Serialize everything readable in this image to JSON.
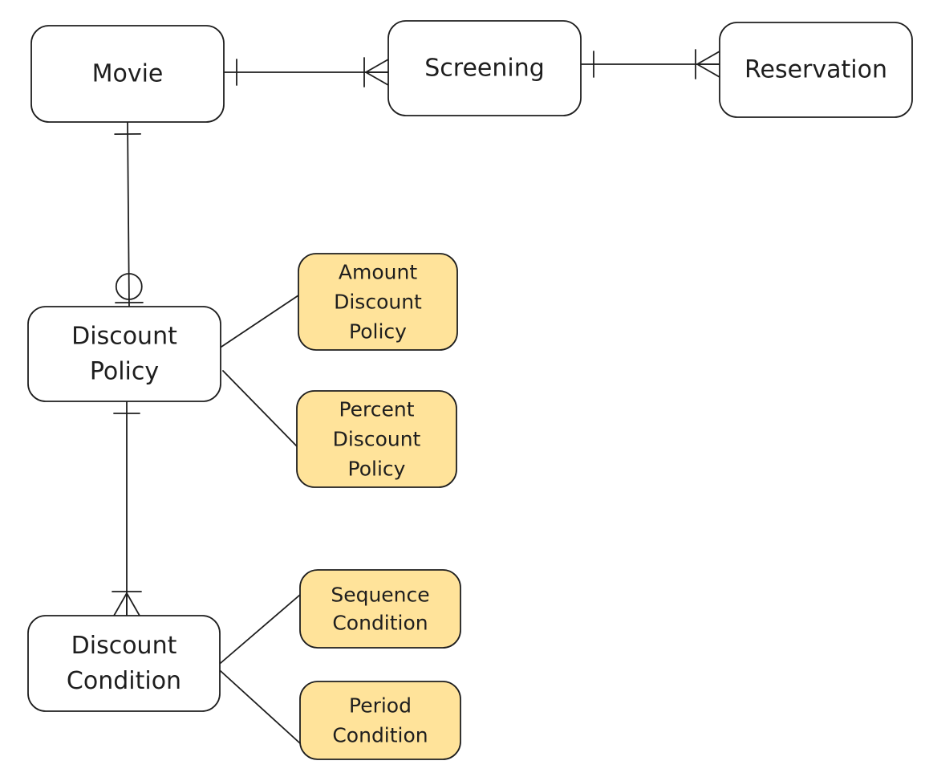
{
  "diagram": {
    "colors": {
      "stroke": "#1e1e1e",
      "entity_fill": "#ffffff",
      "subtype_fill": "#ffe39a"
    },
    "nodes": {
      "movie": {
        "lines": [
          "Movie"
        ],
        "kind": "entity"
      },
      "screening": {
        "lines": [
          "Screening"
        ],
        "kind": "entity"
      },
      "reservation": {
        "lines": [
          "Reservation"
        ],
        "kind": "entity"
      },
      "discount_policy": {
        "lines": [
          "Discount",
          "Policy"
        ],
        "kind": "entity"
      },
      "amount_discount_policy": {
        "lines": [
          "Amount",
          "Discount",
          "Policy"
        ],
        "kind": "subtype"
      },
      "percent_discount_policy": {
        "lines": [
          "Percent",
          "Discount",
          "Policy"
        ],
        "kind": "subtype"
      },
      "discount_condition": {
        "lines": [
          "Discount",
          "Condition"
        ],
        "kind": "entity"
      },
      "sequence_condition": {
        "lines": [
          "Sequence",
          "Condition"
        ],
        "kind": "subtype"
      },
      "period_condition": {
        "lines": [
          "Period",
          "Condition"
        ],
        "kind": "subtype"
      }
    },
    "edges": [
      {
        "from": "movie",
        "to": "screening",
        "from_end": "one",
        "to_end": "many"
      },
      {
        "from": "screening",
        "to": "reservation",
        "from_end": "one",
        "to_end": "many"
      },
      {
        "from": "movie",
        "to": "discount_policy",
        "from_end": "one",
        "to_end": "zero-or-one"
      },
      {
        "from": "discount_policy",
        "to": "discount_condition",
        "from_end": "one",
        "to_end": "many"
      },
      {
        "from": "discount_policy",
        "to": "amount_discount_policy",
        "from_end": "none",
        "to_end": "none"
      },
      {
        "from": "discount_policy",
        "to": "percent_discount_policy",
        "from_end": "none",
        "to_end": "none"
      },
      {
        "from": "discount_condition",
        "to": "sequence_condition",
        "from_end": "none",
        "to_end": "none"
      },
      {
        "from": "discount_condition",
        "to": "period_condition",
        "from_end": "none",
        "to_end": "none"
      }
    ]
  }
}
